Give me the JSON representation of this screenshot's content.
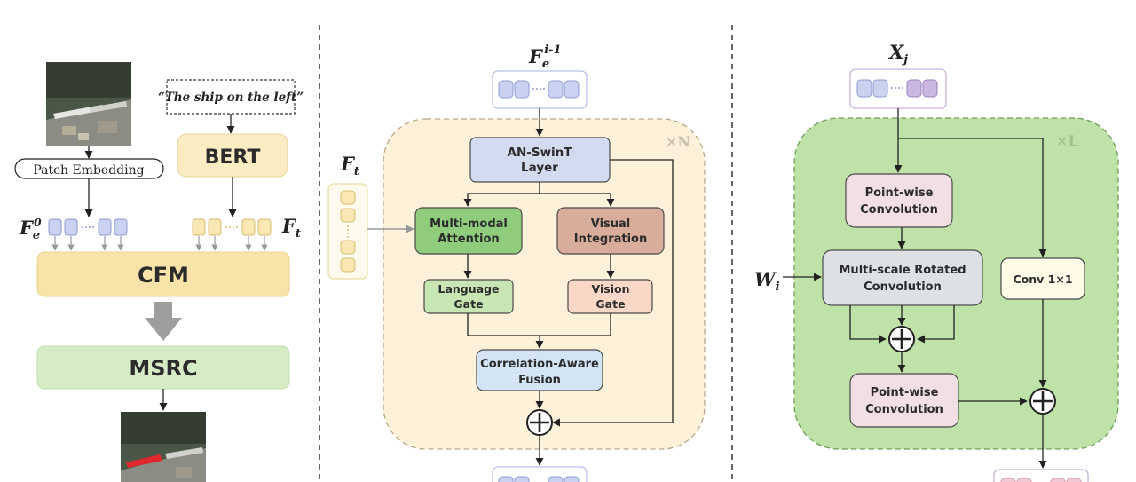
{
  "left_panel": {
    "text_query": "“The ship on the left”",
    "bert_label": "BERT",
    "patch_embedding_label": "Patch Embedding",
    "fe0_main": "F",
    "fe0_sub": "e",
    "fe0_sup": "0",
    "ft_main": "F",
    "ft_sub": "t",
    "cfm_label": "CFM",
    "msrc_label": "MSRC"
  },
  "middle_panel": {
    "input_main": "F",
    "input_sub": "e",
    "input_sup": "i-1",
    "repeat_label": "×N",
    "ft_main": "F",
    "ft_sub": "t",
    "swin_line1": "AN-SwinT",
    "swin_line2": "Layer",
    "mma_line1": "Multi-modal",
    "mma_line2": "Attention",
    "vi_line1": "Visual",
    "vi_line2": "Integration",
    "lg_line1": "Language",
    "lg_line2": "Gate",
    "vg_line1": "Vision",
    "vg_line2": "Gate",
    "caf_line1": "Correlation-Aware",
    "caf_line2": "Fusion"
  },
  "right_panel": {
    "input_main": "X",
    "input_sub": "j",
    "repeat_label": "×L",
    "w_main": "W",
    "w_sub": "i",
    "pw1_line1": "Point-wise",
    "pw1_line2": "Convolution",
    "msrc_line1": "Multi-scale Rotated",
    "msrc_line2": "Convolution",
    "conv_label": "Conv 1×1",
    "pw2_line1": "Point-wise",
    "pw2_line2": "Convolution"
  },
  "colors": {
    "cfm": "#f8e3a8",
    "msrc": "#d6ecc6",
    "bert": "#fbecc4",
    "token_blue": "#c9d2ef",
    "token_yellow": "#fbe7b3",
    "token_purple": "#cbb7e0",
    "swin": "#d3dbf0",
    "mma": "#8fcc7c",
    "vi": "#d8ad9c",
    "lg": "#c8e5b4",
    "vg": "#f9d7c7",
    "caf": "#d3e5f5",
    "yellow_panel": "#fdf1d9",
    "green_panel": "#bfe2a8",
    "pw": "#f1dfe4",
    "msr": "#dde1e6"
  }
}
